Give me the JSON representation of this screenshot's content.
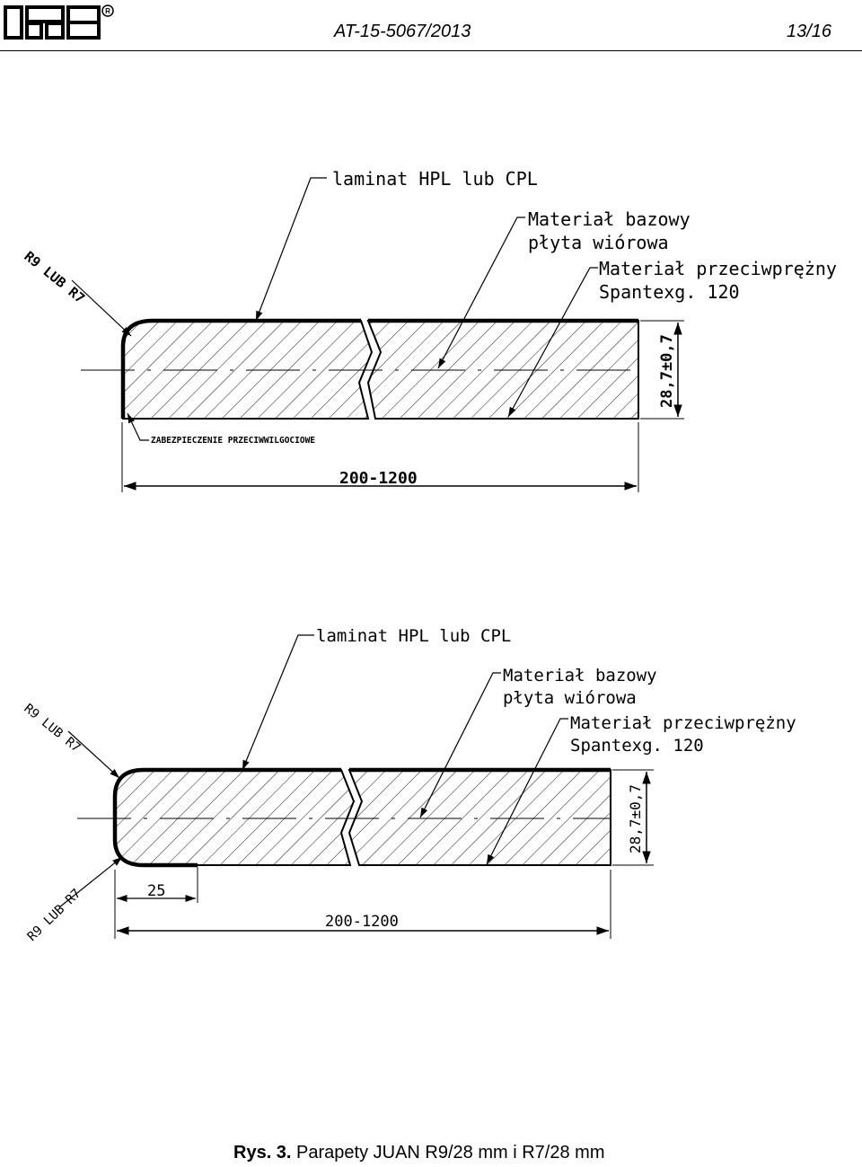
{
  "header": {
    "logo_text": "ITB",
    "logo_mark": "®",
    "doc_number": "AT-15-5067/2013",
    "page_number": "13/16"
  },
  "drawing_1": {
    "label_laminate": "laminat HPL lub CPL",
    "label_base_1": "Materiał bazowy",
    "label_base_2": "płyta wiórowa",
    "label_counter_1": "Materiał przeciwprężny",
    "label_counter_2": "Spantexg. 120",
    "label_radius": "R9 LUB R7",
    "label_moisture": "ZABEZPIECZENIE PRZECIWWILGOCIOWE",
    "dim_width": "200-1200",
    "dim_thickness": "28,7±0,7"
  },
  "drawing_2": {
    "label_laminate": "laminat HPL lub CPL",
    "label_base_1": "Materiał bazowy",
    "label_base_2": "płyta wiórowa",
    "label_counter_1": "Materiał przeciwprężny",
    "label_counter_2": "Spantexg. 120",
    "label_radius_top": "R9 LUB R7",
    "label_radius_bottom": "R9 LUB R7",
    "dim_overhang": "25",
    "dim_width": "200-1200",
    "dim_thickness": "28,7±0,7"
  },
  "caption": {
    "prefix": "Rys. 3.",
    "text": "Parapety JUAN R9/28 mm i R7/28 mm"
  }
}
